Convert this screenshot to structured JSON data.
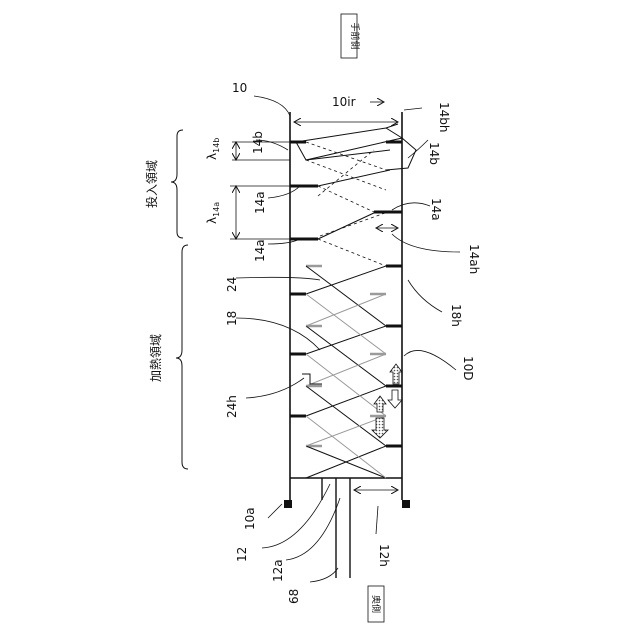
{
  "labels": {
    "front_side": "手前側",
    "back_side": "奥側",
    "input_region": "投入領域",
    "heating_region": "加熱領域",
    "n10": "10",
    "n10ir": "10ir",
    "n14bh": "14bh",
    "n14b_top": "14b",
    "n14b_right": "14b",
    "lambda_14b": "λ",
    "lambda_14b_sub": "14b",
    "lambda_14a": "λ",
    "lambda_14a_sub": "14a",
    "n14a_left_top": "14a",
    "n14a_right": "14a",
    "n14a_left_bottom": "14a",
    "n14ah": "14ah",
    "n24": "24",
    "n18": "18",
    "n18h": "18h",
    "n10D": "10D",
    "n24h": "24h",
    "n10a": "10a",
    "n12": "12",
    "n12a": "12a",
    "n12h": "12h",
    "n68": "68"
  },
  "colors": {
    "line": "#111111",
    "gray": "#9a9a9a",
    "arrow_fill": "#ffffff"
  }
}
